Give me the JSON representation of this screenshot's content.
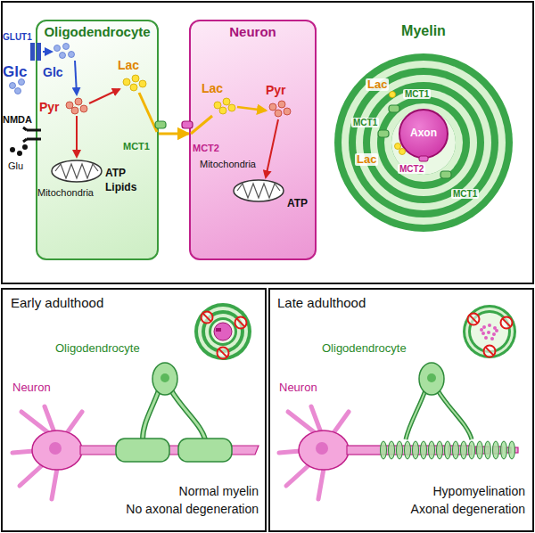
{
  "diagram": {
    "nodes": [
      {
        "text": [
          "Oligodendrocyte"
        ]
      },
      {
        "text": [
          "Neuron"
        ]
      },
      {
        "text": [
          "Myelin"
        ]
      },
      {
        "text": [
          "Axon"
        ],
        "in": 2
      }
    ],
    "edges": [
      {
        "from": 0,
        "to": 1,
        "arrow": "to"
      }
    ],
    "labels": [
      "GLUT1",
      "Glc",
      "NMDA",
      "Glu",
      "Glc",
      "Pyr",
      "Lac",
      "Mitochondria",
      "ATP",
      "Lipids",
      "MCT1",
      "MCT2",
      "Lac",
      "Pyr",
      "Mitochondria",
      "ATP",
      "Lac",
      "MCT1",
      "MCT1",
      "Lac",
      "MCT2",
      "MCT1",
      "Early adulthood",
      "Oligodendrocyte",
      "Neuron",
      "Normal myelin",
      "No axonal degeneration",
      "Late adulthood",
      "Oligodendrocyte",
      "Neuron",
      "Hypomyelination",
      "Axonal degeneration"
    ]
  }
}
